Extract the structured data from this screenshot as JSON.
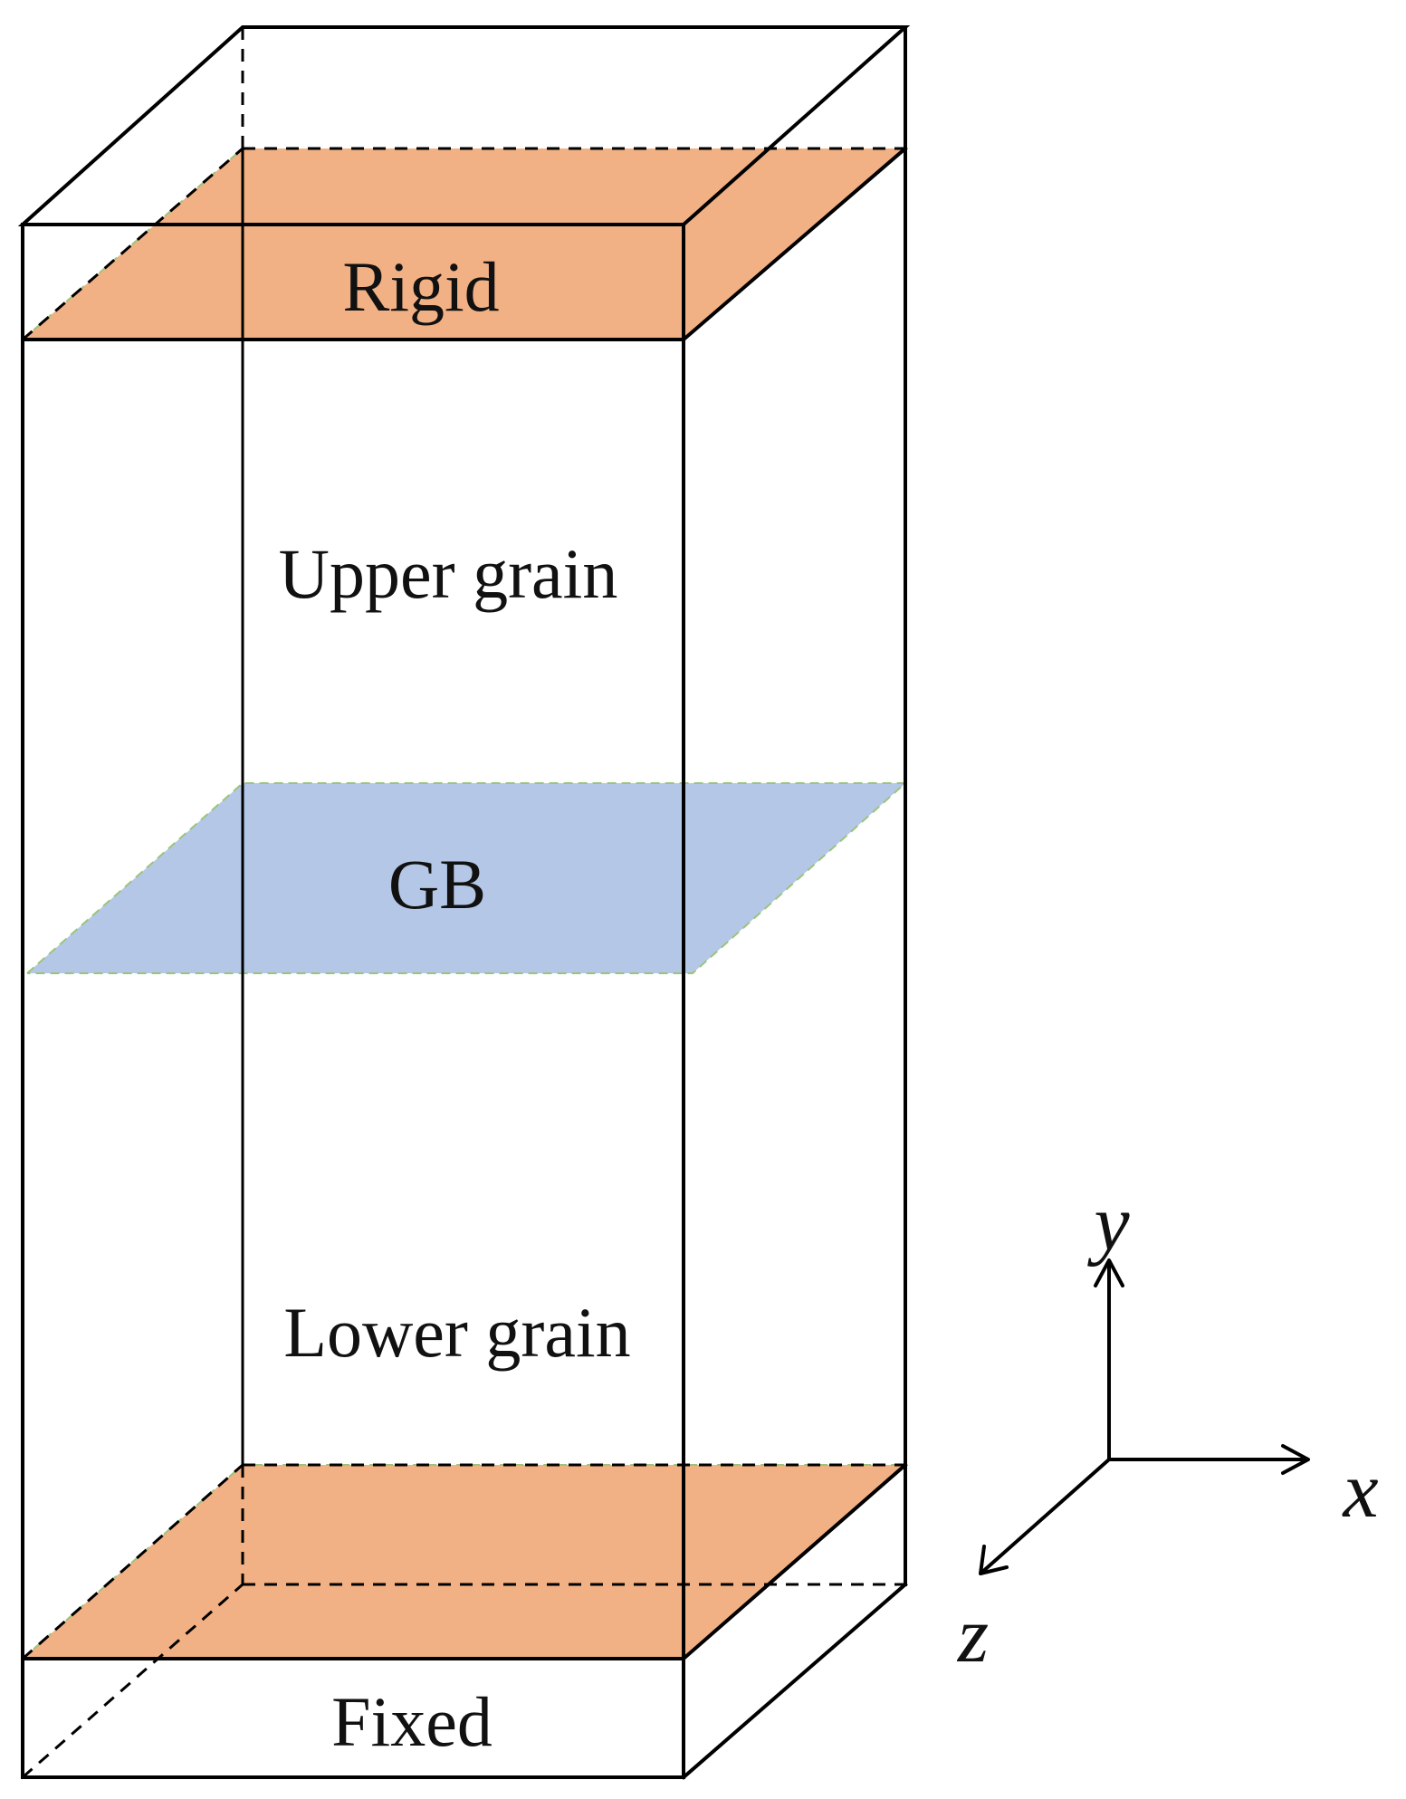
{
  "colors": {
    "rigid_layer": "#f2b184",
    "fixed_layer": "#f2b184",
    "grain_boundary": "#b4c7e7",
    "edge": "#000000"
  },
  "regions": {
    "rigid": "Rigid",
    "upper_grain": "Upper grain",
    "grain_boundary": "GB",
    "lower_grain": "Lower grain",
    "fixed": "Fixed"
  },
  "axes": {
    "x": "x",
    "y": "y",
    "z": "z"
  }
}
